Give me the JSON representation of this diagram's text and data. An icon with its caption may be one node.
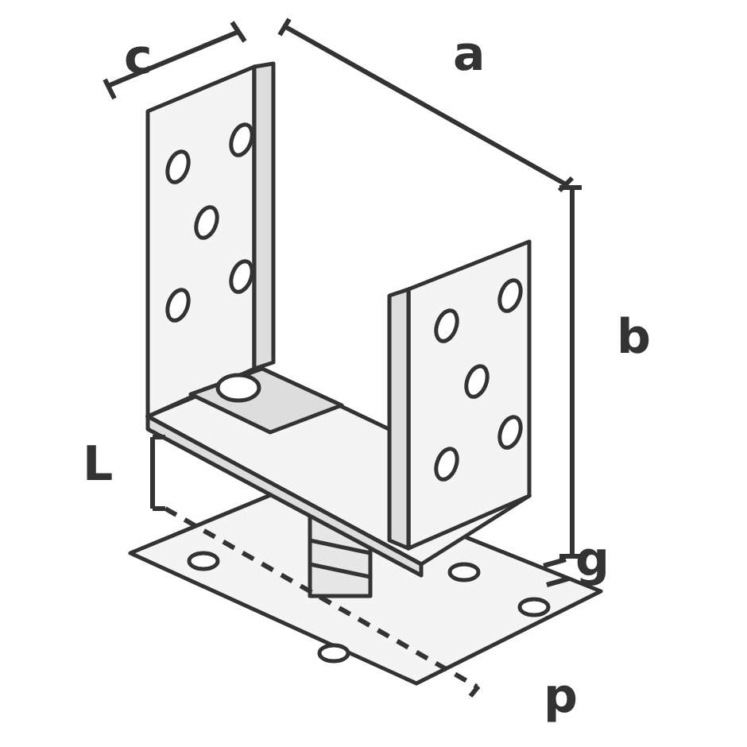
{
  "diagram": {
    "labels": [
      "c",
      "a",
      "b",
      "L",
      "g",
      "p"
    ]
  }
}
